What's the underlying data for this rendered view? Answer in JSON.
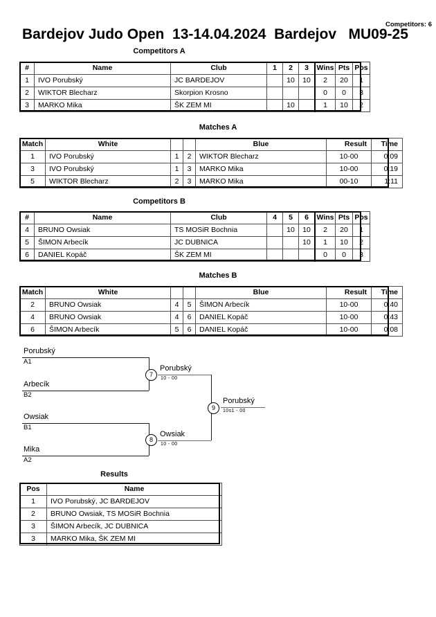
{
  "header": {
    "title": "Bardejov Judo Open  13-14.04.2024  Bardejov   MU09-25",
    "competitors_label": "Competitors: 6"
  },
  "sections": {
    "competitors_a": "Competitors A",
    "matches_a": "Matches A",
    "competitors_b": "Competitors B",
    "matches_b": "Matches B",
    "results": "Results"
  },
  "pool_a": {
    "headers": {
      "num": "#",
      "name": "Name",
      "club": "Club",
      "c1": "1",
      "c2": "2",
      "c3": "3",
      "wins": "Wins",
      "pts": "Pts",
      "pos": "Pos"
    },
    "rows": [
      {
        "num": "1",
        "name": "IVO Porubský",
        "club": "JC BARDEJOV",
        "c1": "",
        "c2": "10",
        "c3": "10",
        "wins": "2",
        "pts": "20",
        "pos": "1"
      },
      {
        "num": "2",
        "name": "WIKTOR Blecharz",
        "club": "Skorpion Krosno",
        "c1": "",
        "c2": "",
        "c3": "",
        "wins": "0",
        "pts": "0",
        "pos": "3"
      },
      {
        "num": "3",
        "name": "MARKO Mika",
        "club": "ŠK ZEM MI",
        "c1": "",
        "c2": "10",
        "c3": "",
        "wins": "1",
        "pts": "10",
        "pos": "2"
      }
    ]
  },
  "matches_a": {
    "headers": {
      "match": "Match",
      "white": "White",
      "wnum": "",
      "bnum": "",
      "blue": "Blue",
      "result": "Result",
      "time": "Time"
    },
    "rows": [
      {
        "match": "1",
        "white": "IVO Porubský",
        "wnum": "1",
        "bnum": "2",
        "blue": "WIKTOR Blecharz",
        "result": "10-00",
        "time": "0:09"
      },
      {
        "match": "3",
        "white": "IVO Porubský",
        "wnum": "1",
        "bnum": "3",
        "blue": "MARKO Mika",
        "result": "10-00",
        "time": "0:19"
      },
      {
        "match": "5",
        "white": "WIKTOR Blecharz",
        "wnum": "2",
        "bnum": "3",
        "blue": "MARKO Mika",
        "result": "00-10",
        "time": "1:11"
      }
    ]
  },
  "pool_b": {
    "headers": {
      "num": "#",
      "name": "Name",
      "club": "Club",
      "c1": "4",
      "c2": "5",
      "c3": "6",
      "wins": "Wins",
      "pts": "Pts",
      "pos": "Pos"
    },
    "rows": [
      {
        "num": "4",
        "name": "BRUNO Owsiak",
        "club": "TS MOSiR Bochnia",
        "c1": "",
        "c2": "10",
        "c3": "10",
        "wins": "2",
        "pts": "20",
        "pos": "1"
      },
      {
        "num": "5",
        "name": "ŠIMON Arbecík",
        "club": "JC DUBNICA",
        "c1": "",
        "c2": "",
        "c3": "10",
        "wins": "1",
        "pts": "10",
        "pos": "2"
      },
      {
        "num": "6",
        "name": "DANIEL Kopáč",
        "club": "ŠK ZEM MI",
        "c1": "",
        "c2": "",
        "c3": "",
        "wins": "0",
        "pts": "0",
        "pos": "3"
      }
    ]
  },
  "matches_b": {
    "headers": {
      "match": "Match",
      "white": "White",
      "wnum": "",
      "bnum": "",
      "blue": "Blue",
      "result": "Result",
      "time": "Time"
    },
    "rows": [
      {
        "match": "2",
        "white": "BRUNO Owsiak",
        "wnum": "4",
        "bnum": "5",
        "blue": "ŠIMON Arbecík",
        "result": "10-00",
        "time": "0:40"
      },
      {
        "match": "4",
        "white": "BRUNO Owsiak",
        "wnum": "4",
        "bnum": "6",
        "blue": "DANIEL Kopáč",
        "result": "10-00",
        "time": "0:43"
      },
      {
        "match": "6",
        "white": "ŠIMON Arbecík",
        "wnum": "5",
        "bnum": "6",
        "blue": "DANIEL Kopáč",
        "result": "10-00",
        "time": "0:08"
      }
    ]
  },
  "bracket": {
    "entrants": [
      {
        "name": "Porubský",
        "seed": "A1"
      },
      {
        "name": "Arbecík",
        "seed": "B2"
      },
      {
        "name": "Owsiak",
        "seed": "B1"
      },
      {
        "name": "Mika",
        "seed": "A2"
      }
    ],
    "semifinals": [
      {
        "number": "7",
        "winner": "Porubský",
        "score": "10 - 00"
      },
      {
        "number": "8",
        "winner": "Owsiak",
        "score": "10 - 00"
      }
    ],
    "final": {
      "number": "9",
      "winner": "Porubský",
      "score": "10s1 - 00"
    }
  },
  "results": {
    "headers": {
      "pos": "Pos",
      "name": "Name"
    },
    "rows": [
      {
        "pos": "1",
        "name": "IVO Porubský, JC BARDEJOV"
      },
      {
        "pos": "2",
        "name": "BRUNO Owsiak, TS MOSiR Bochnia"
      },
      {
        "pos": "3",
        "name": "ŠIMON Arbecík, JC DUBNICA"
      },
      {
        "pos": "3",
        "name": "MARKO Mika, ŠK ZEM MI"
      }
    ]
  }
}
